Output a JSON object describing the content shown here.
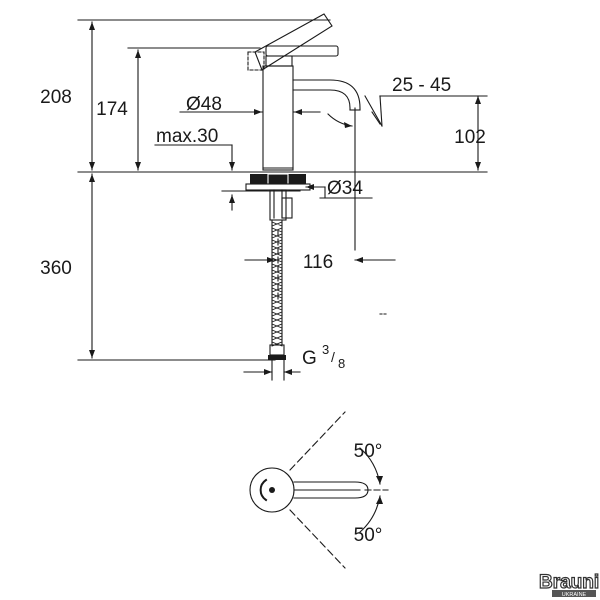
{
  "drawing": {
    "dimensions": {
      "total_height": "208",
      "spout_height": "174",
      "body_diameter": "Ø48",
      "deck_thickness": "max.30",
      "hole_diameter": "Ø34",
      "spout_reach": "116",
      "outlet_height": "102",
      "aerator_offset": "25 - 45",
      "hose_length": "360",
      "connection_thread": "G",
      "thread_numerator": "3",
      "thread_denominator": "8",
      "rotation_left": "50°",
      "rotation_right": "50°"
    },
    "watermark": {
      "brand": "Brauni",
      "sub": "UKRAINE"
    }
  }
}
